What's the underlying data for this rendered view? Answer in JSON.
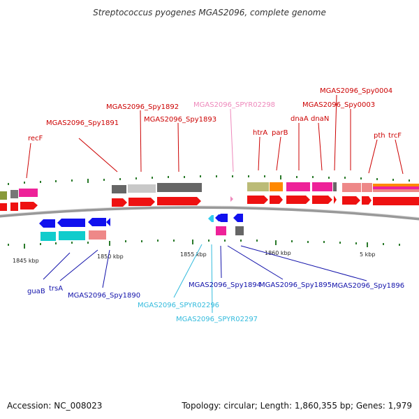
{
  "title": "Streptococcus pyogenes MGAS2096, complete genome",
  "footer": {
    "accession": "Accession: NC_008023",
    "summary": "Topology: circular; Length: 1,860,355 bp; Genes: 1,979"
  },
  "colors": {
    "forward_label": "#cc0000",
    "reverse_label": "#1111aa",
    "rna_forward_label": "#ee88bb",
    "rna_reverse_label": "#33bbdd",
    "tick": "#2a7a2a",
    "backbone": "#888888"
  },
  "tick_labels": [
    "1845 kbp",
    "1850 kbp",
    "1855 kbp",
    "1860 kbp",
    "5 kbp"
  ],
  "labels_top": [
    {
      "text": "MGAS2096_Spy0004",
      "kind": "forward"
    },
    {
      "text": "MGAS2096_Spy0003",
      "kind": "forward"
    },
    {
      "text": "MGAS2096_SPYR02298",
      "kind": "rna_forward"
    },
    {
      "text": "MGAS2096_Spy1892",
      "kind": "forward"
    },
    {
      "text": "MGAS2096_Spy1893",
      "kind": "forward"
    },
    {
      "text": "MGAS2096_Spy1891",
      "kind": "forward"
    },
    {
      "text": "htrA",
      "kind": "forward"
    },
    {
      "text": "parB",
      "kind": "forward"
    },
    {
      "text": "dnaA",
      "kind": "forward"
    },
    {
      "text": "dnaN",
      "kind": "forward"
    },
    {
      "text": "recF",
      "kind": "forward"
    },
    {
      "text": "pth",
      "kind": "forward"
    },
    {
      "text": "trcF",
      "kind": "forward"
    }
  ],
  "labels_bottom": [
    {
      "text": "guaB",
      "kind": "reverse"
    },
    {
      "text": "trsA",
      "kind": "reverse"
    },
    {
      "text": "MGAS2096_Spy1890",
      "kind": "reverse"
    },
    {
      "text": "MGAS2096_Spy1894",
      "kind": "reverse"
    },
    {
      "text": "MGAS2096_Spy1895",
      "kind": "reverse"
    },
    {
      "text": "MGAS2096_Spy1896",
      "kind": "reverse"
    },
    {
      "text": "MGAS2096_SPYR02296",
      "kind": "rna_reverse"
    },
    {
      "text": "MGAS2096_SPYR02297",
      "kind": "rna_reverse"
    }
  ]
}
